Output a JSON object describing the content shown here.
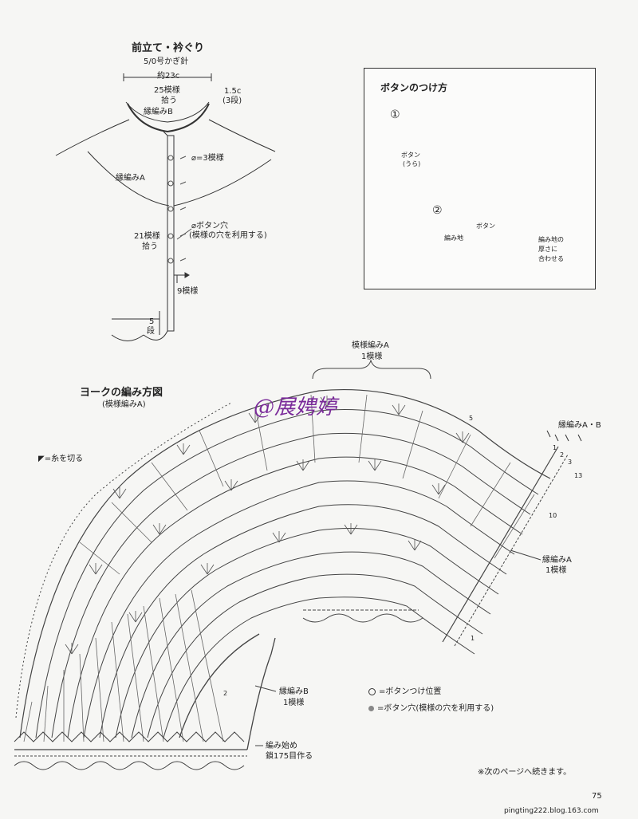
{
  "collar": {
    "title": "前立て・衿ぐり",
    "hook": "5/0号かぎ針",
    "width": "約23c",
    "pick25": "25模様",
    "pick25b": "拾う",
    "edge_b": "縁編みB",
    "height": "1.5c",
    "rows3": "(3段)",
    "eq3": "=3模様",
    "edge_a": "縁編みA",
    "buttonhole": "ボタン穴",
    "buttonhole_note": "(模様の穴を利用する)",
    "pick21": "21模様",
    "pick21b": "拾う",
    "nine": "9模様",
    "five": "5",
    "dan": "段"
  },
  "button_box": {
    "title": "ボタンのつけ方",
    "step1": "①",
    "step2": "②",
    "button_back": "ボタン",
    "button_back2": "(うら)",
    "button": "ボタン",
    "fabric": "編み地",
    "thickness1": "編み地の",
    "thickness2": "厚さに",
    "thickness3": "合わせる"
  },
  "yoke": {
    "title": "ヨークの編み方図",
    "subtitle": "(模様編みA)",
    "cut": "=糸を切る",
    "pattern_a": "模様編みA",
    "pattern_a_count": "1模様",
    "edge_ab": "縁編みA・B",
    "edge_a": "縁編みA",
    "edge_a_count": "1模様",
    "edge_b": "縁編みB",
    "edge_b_count": "1模様",
    "start1": "編み始め",
    "start2": "鎖175目作る",
    "legend_button": "=ボタンつけ位置",
    "legend_hole": "=ボタン穴(模様の穴を利用する)",
    "row_numbers": [
      "1",
      "2",
      "3",
      "5",
      "10",
      "13"
    ],
    "row_num_1": "1",
    "row_num_2": "2",
    "row_num_3": "3",
    "row_num_5": "5",
    "row_num_10": "10",
    "row_num_13": "13"
  },
  "watermark": "@展娉婷",
  "footer": {
    "continued": "※次のページへ続きます。",
    "page": "75",
    "site": "pingting222.blog.163.com"
  }
}
